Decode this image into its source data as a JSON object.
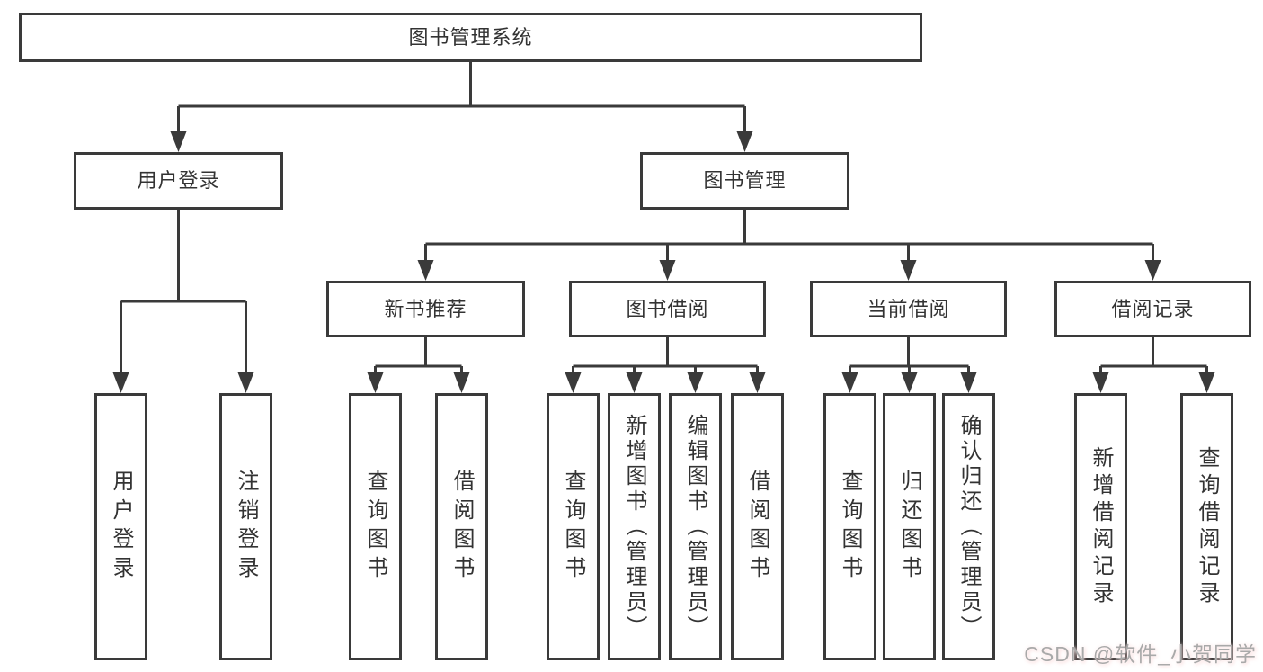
{
  "tree": {
    "root": "图书管理系统",
    "user_login": {
      "label": "用户登录",
      "children": [
        "用户登录",
        "注销登录"
      ]
    },
    "book_management": {
      "label": "图书管理",
      "sections": [
        {
          "label": "新书推荐",
          "children": [
            "查询图书",
            "借阅图书"
          ]
        },
        {
          "label": "图书借阅",
          "children": [
            "查询图书",
            "新增图书（管理员）",
            "编辑图书（管理员）",
            "借阅图书"
          ]
        },
        {
          "label": "当前借阅",
          "children": [
            "查询图书",
            "归还图书",
            "确认归还（管理员）"
          ]
        },
        {
          "label": "借阅记录",
          "children": [
            "新增借阅记录",
            "查询借阅记录"
          ]
        }
      ]
    }
  },
  "watermark": {
    "text": "CSDN @软件_小贺同学"
  },
  "colors": {
    "line": "#3a3a3a",
    "box_border": "#3a3a3a",
    "text": "#333333",
    "background": "#ffffff",
    "watermark_text": "#a9a9a9",
    "watermark_accent": "#eb6e6e"
  }
}
